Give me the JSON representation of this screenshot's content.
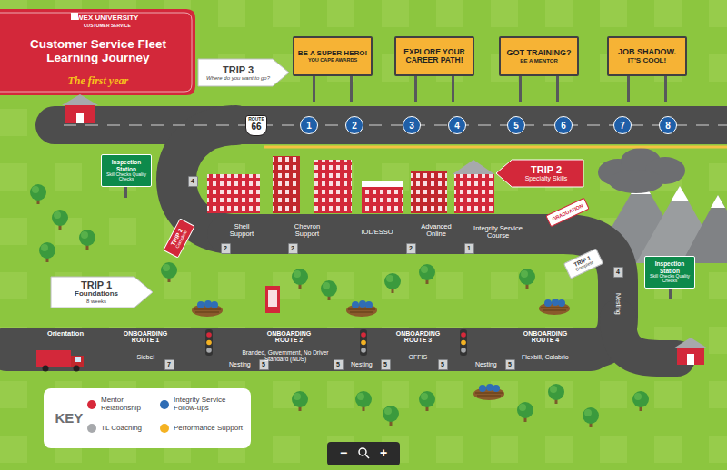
{
  "diagram": {
    "title": "Customer Service Fleet Learning Journey",
    "nodes": [
      {
        "text": [
          "TRIP 3",
          "Where do you want to go?"
        ]
      },
      {
        "text": [
          "BE A SUPER HERO!",
          "YOU CAPE AWARDS"
        ]
      },
      {
        "text": [
          "EXPLORE YOUR CAREER PATH!"
        ]
      },
      {
        "text": [
          "GOT TRAINING?",
          "BE A MENTOR"
        ]
      },
      {
        "text": [
          "JOB SHADOW.",
          "IT'S COOL!"
        ]
      },
      {
        "text": [
          "ROUTE",
          "66"
        ]
      },
      {
        "text": [
          "1"
        ]
      },
      {
        "text": [
          "2"
        ]
      },
      {
        "text": [
          "3"
        ]
      },
      {
        "text": [
          "4"
        ]
      },
      {
        "text": [
          "5"
        ]
      },
      {
        "text": [
          "6"
        ]
      },
      {
        "text": [
          "7"
        ]
      },
      {
        "text": [
          "8"
        ]
      },
      {
        "text": [
          "Inspection Station",
          "Skill Checks Quality Checks"
        ]
      },
      {
        "text": [
          "4"
        ]
      },
      {
        "text": [
          "TRIP 2",
          "Specialty Skills"
        ]
      },
      {
        "text": [
          "TRIP 2",
          "Complete"
        ]
      },
      {
        "text": [
          "2"
        ]
      },
      {
        "text": [
          "2"
        ]
      },
      {
        "text": [
          "2"
        ]
      },
      {
        "text": [
          "1"
        ]
      },
      {
        "text": [
          "GRADUATION"
        ]
      },
      {
        "text": [
          "TRIP 1",
          "Complete"
        ]
      },
      {
        "text": [
          "Inspection Station",
          "Skill Checks Quality Checks"
        ]
      },
      {
        "text": [
          "4"
        ]
      },
      {
        "text": [
          "TRIP 1",
          "Foundations",
          "8 weeks"
        ]
      },
      {
        "text": [
          "7"
        ]
      },
      {
        "text": [
          "5"
        ]
      },
      {
        "text": [
          "5"
        ]
      },
      {
        "text": [
          "5"
        ]
      },
      {
        "text": [
          "5"
        ]
      },
      {
        "text": [
          "5"
        ]
      }
    ],
    "labels": [
      "WEX UNIVERSITY",
      "CUSTOMER SERVICE",
      "The first year",
      "Shell Support",
      "Chevron Support",
      "IOL/ESSO",
      "Advanced Online",
      "Integrity Service Course",
      "Nesting",
      "Orientation",
      "ONBOARDING ROUTE 1",
      "Siebel",
      "Nesting",
      "ONBOARDING ROUTE 2",
      "Branded, Government, No Driver Standard (NDS)",
      "Nesting",
      "ONBOARDING ROUTE 3",
      "OFFIS",
      "Nesting",
      "ONBOARDING ROUTE 4",
      "Flexbill, Calabrio",
      "KEY",
      "−",
      "+"
    ],
    "legend": [
      {
        "text": "Mentor Relationship",
        "color": "#d7283a"
      },
      {
        "text": "TL Coaching",
        "color": "#a7a9ac"
      },
      {
        "text": "Integrity Service Follow-ups",
        "color": "#2f6db5"
      },
      {
        "text": "Performance Support",
        "color": "#f4b223"
      }
    ]
  }
}
